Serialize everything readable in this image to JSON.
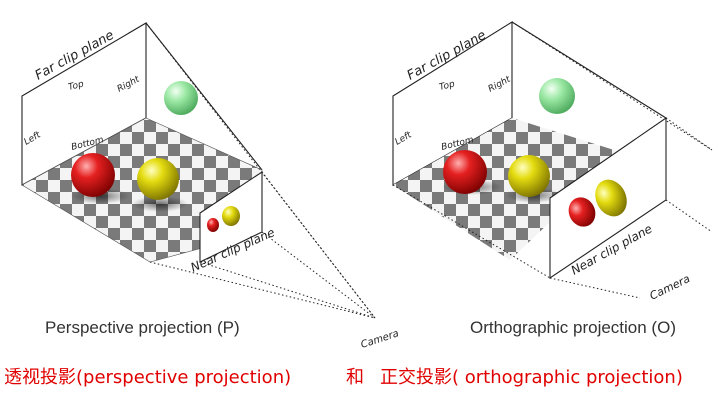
{
  "perspective": {
    "far_clip": "Far clip plane",
    "top": "Top",
    "right": "Right",
    "left": "Left",
    "bottom": "Bottom",
    "near_clip": "Near clip plane",
    "caption": "Perspective projection (P)"
  },
  "orthographic": {
    "far_clip": "Far clip plane",
    "top": "Top",
    "right": "Right",
    "left": "Left",
    "bottom": "Bottom",
    "near_clip": "Near clip plane",
    "camera": "Camera",
    "caption": "Orthographic projection (O)"
  },
  "camera_label": "Camera",
  "footer": {
    "left": "透视投影(perspective projection)",
    "middle": "和",
    "right": "正交投影( orthographic projection)"
  },
  "colors": {
    "footer_text": "#e00000",
    "red_sphere": "#d01010",
    "yellow_sphere": "#d8d000",
    "green_sphere": "#7fe08a"
  }
}
